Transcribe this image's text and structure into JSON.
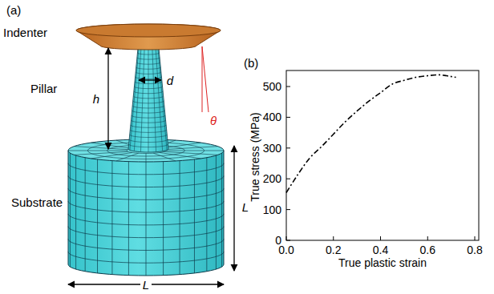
{
  "diagram": {
    "labels": [
      "(a)",
      "Indenter",
      "Pillar",
      "h",
      "d",
      "θ",
      "Substrate",
      "L",
      "L",
      "(b)",
      "0",
      "100",
      "200",
      "300",
      "400",
      "500",
      "0.0",
      "0.2",
      "0.4",
      "0.6",
      "0.8",
      "True stress (MPa)",
      "True plastic strain"
    ]
  }
}
